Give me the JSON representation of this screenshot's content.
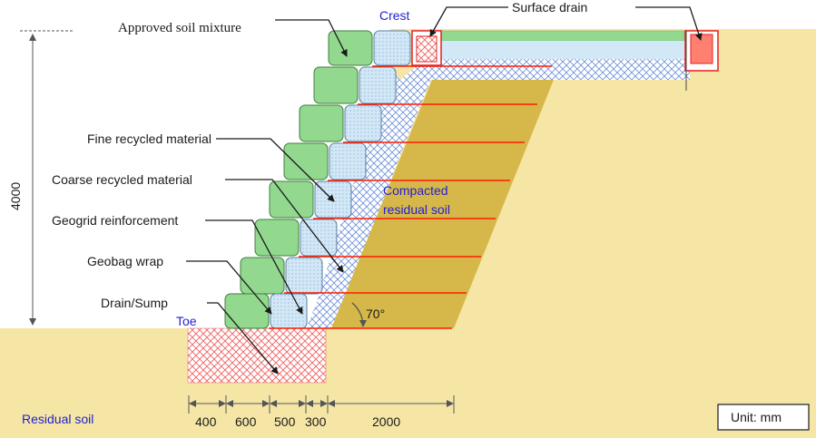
{
  "labels": {
    "crest": "Crest",
    "surface_drain": "Surface drain",
    "approved_soil_mixture": "Approved soil mixture",
    "fine_recycled_material": "Fine recycled material",
    "coarse_recycled_material": "Coarse recycled material",
    "geogrid_reinforcement": "Geogrid reinforcement",
    "geobag_wrap": "Geobag wrap",
    "drain_sump": "Drain/Sump",
    "toe": "Toe",
    "compacted_residual_soil_line1": "Compacted",
    "compacted_residual_soil_line2": "residual soil",
    "residual_soil": "Residual soil",
    "angle": "70°",
    "height": "4000",
    "unit": "Unit: mm"
  },
  "dimensions": [
    "400",
    "600",
    "500",
    "300",
    "2000"
  ],
  "colors": {
    "residual_soil": "#f6e6a6",
    "compacted_soil": "#d6b84a",
    "approved_soil_bag": "#92d88e",
    "fine_bag": "#d3e8f6",
    "geogrid": "#ff1a00",
    "drain": "#ff6a5a",
    "label_blue": "#1f1fd0"
  }
}
